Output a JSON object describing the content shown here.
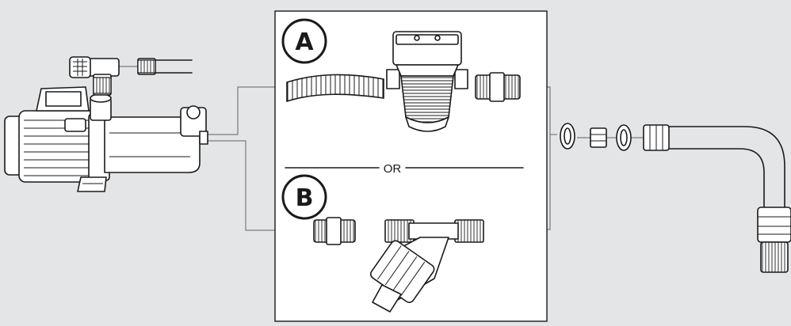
{
  "diagram": {
    "option_a": {
      "label": "A"
    },
    "option_b": {
      "label": "B"
    },
    "separator": {
      "label": "OR"
    }
  },
  "colors": {
    "background": "#e4e5e6",
    "panel": "#ffffff",
    "stroke": "#1a1a1a",
    "connector": "#7a7a7a"
  }
}
